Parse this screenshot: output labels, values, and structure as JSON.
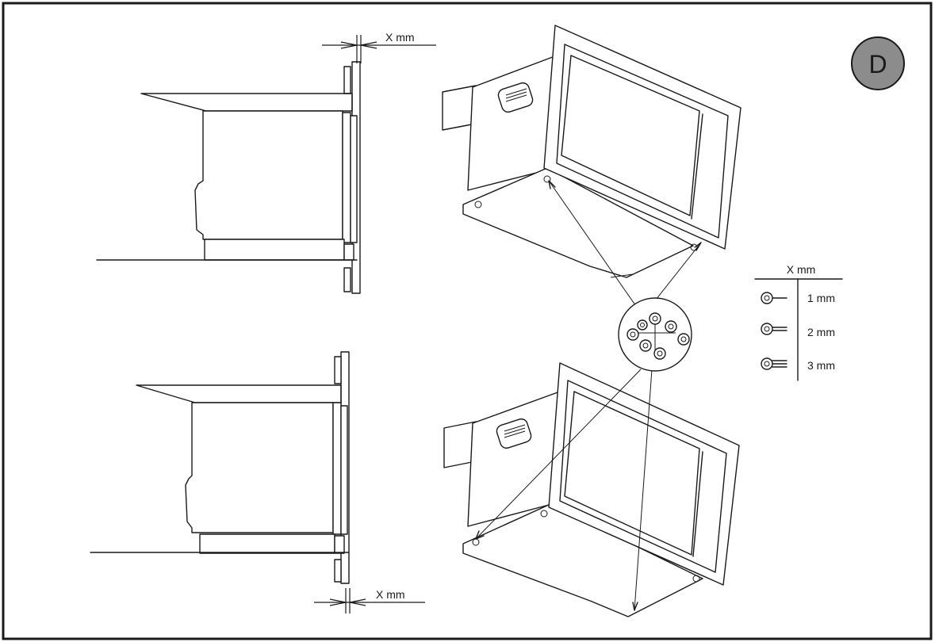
{
  "badge": {
    "letter": "D",
    "fill": "#8c8c8c"
  },
  "dimension_labels": {
    "top": "X mm",
    "bottom": "X mm"
  },
  "legend": {
    "header": "X mm",
    "rows": [
      {
        "label": "1 mm",
        "icon": "washer-1mm-icon"
      },
      {
        "label": "2 mm",
        "icon": "washer-2mm-icon"
      },
      {
        "label": "3 mm",
        "icon": "washer-3mm-icon"
      }
    ]
  },
  "colors": {
    "line": "#1a1a1a",
    "background": "#ffffff",
    "badge": "#8c8c8c"
  }
}
